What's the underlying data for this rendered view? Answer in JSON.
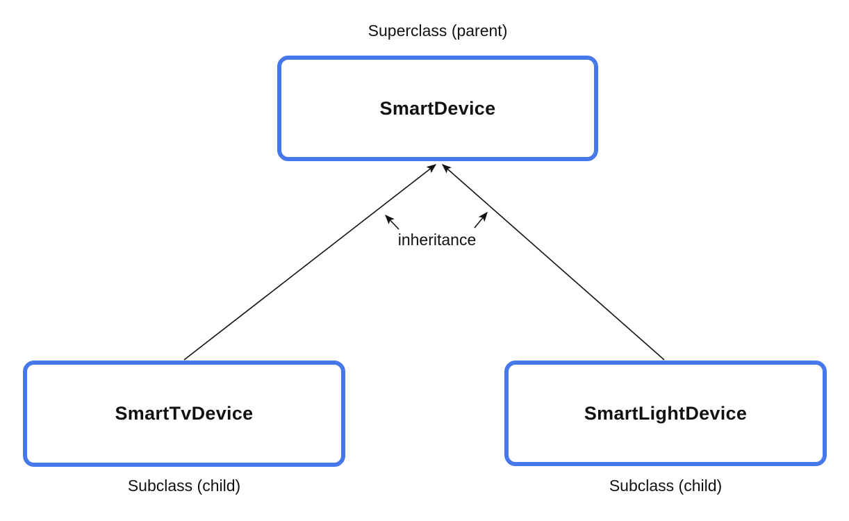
{
  "labels": {
    "superclass": "Superclass (parent)",
    "inheritance": "inheritance",
    "subclass_left": "Subclass (child)",
    "subclass_right": "Subclass (child)"
  },
  "boxes": {
    "superclass": "SmartDevice",
    "subclass_left": "SmartTvDevice",
    "subclass_right": "SmartLightDevice"
  },
  "colors": {
    "box_border": "#4678EB",
    "arrow": "#111111",
    "text": "#111111",
    "background": "#FFFFFF"
  }
}
